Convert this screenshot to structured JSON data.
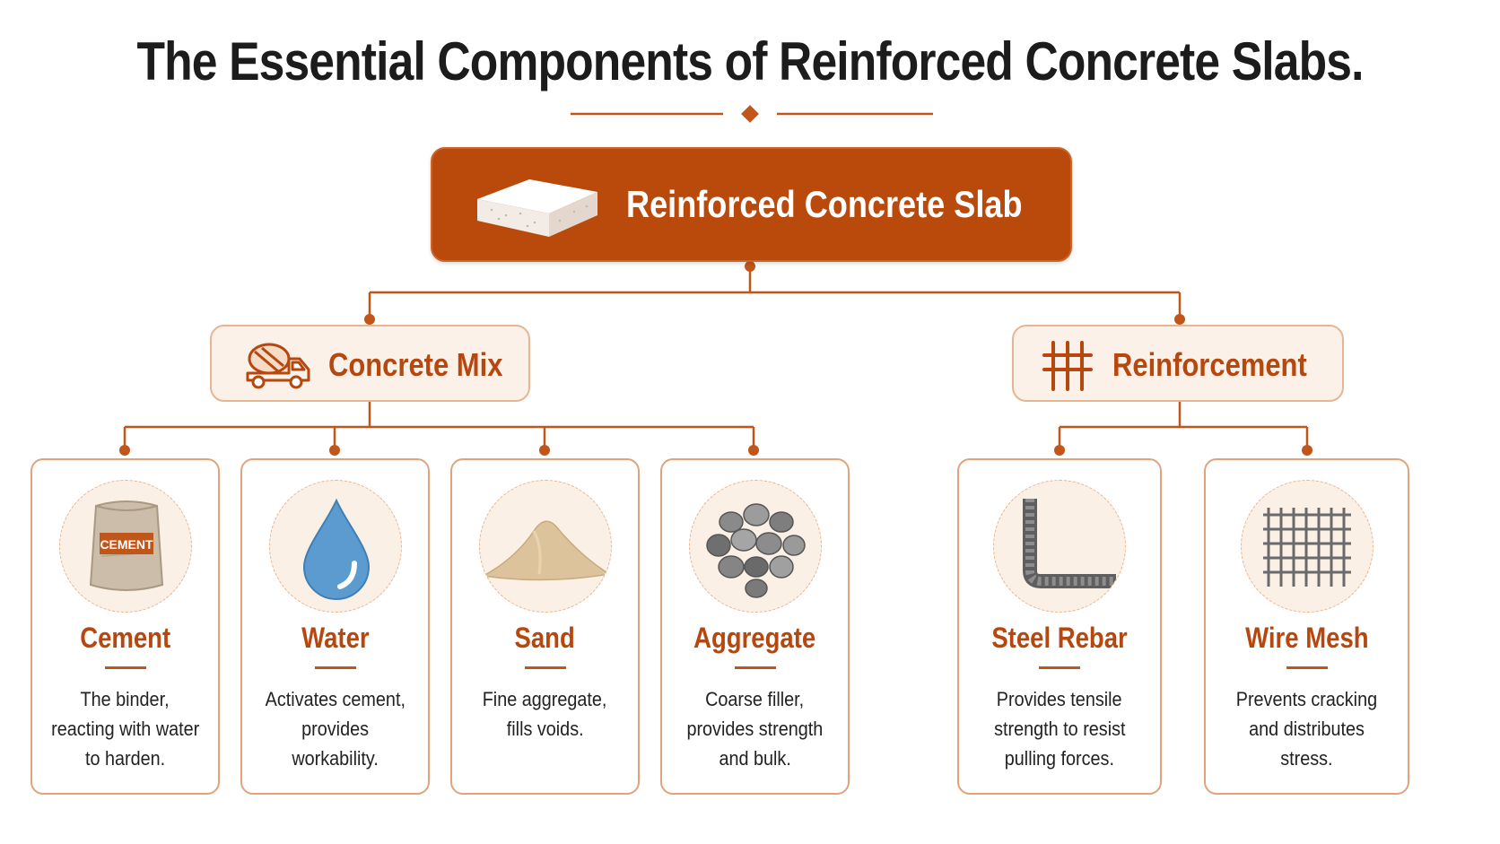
{
  "title": "The Essential Components of Reinforced Concrete Slabs.",
  "colors": {
    "accent": "#b94a0c",
    "accent_text": "#b6470e",
    "soft_fill": "#fbf1e8",
    "border": "#e2a37a",
    "line": "#c0561a"
  },
  "root": {
    "label": "Reinforced Concrete Slab",
    "icon": "slab-icon"
  },
  "groups": [
    {
      "label": "Concrete Mix",
      "icon": "mixer-truck-icon"
    },
    {
      "label": "Reinforcement",
      "icon": "rebar-grid-icon"
    }
  ],
  "components": [
    {
      "title": "Cement",
      "icon": "cement-bag-icon",
      "bag_text": "CEMENT",
      "desc": [
        "The binder,",
        "reacting with water",
        "to harden."
      ]
    },
    {
      "title": "Water",
      "icon": "water-drop-icon",
      "desc": [
        "Activates cement,",
        "provides",
        "workability."
      ]
    },
    {
      "title": "Sand",
      "icon": "sand-pile-icon",
      "desc": [
        "Fine aggregate,",
        "fills voids."
      ]
    },
    {
      "title": "Aggregate",
      "icon": "gravel-icon",
      "desc": [
        "Coarse filler,",
        "provides strength",
        "and bulk."
      ]
    },
    {
      "title": "Steel Rebar",
      "icon": "rebar-icon",
      "desc": [
        "Provides tensile",
        "strength to resist",
        "pulling forces."
      ]
    },
    {
      "title": "Wire Mesh",
      "icon": "wire-mesh-icon",
      "desc": [
        "Prevents cracking",
        "and distributes",
        "stress."
      ]
    }
  ]
}
